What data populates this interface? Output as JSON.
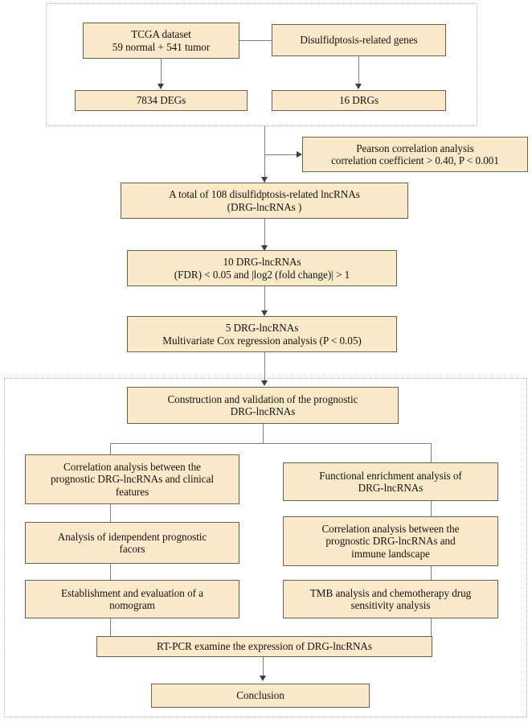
{
  "figure": {
    "type": "flowchart",
    "title": "Study workflow for disulfidptosis-related lncRNAs",
    "palette": {
      "box_fill": "#fbeaca",
      "box_border": "#6e6050",
      "connector": "#7d7d7d",
      "group_border": "#9dbf93",
      "background": "#ffffff",
      "text": "#161210"
    }
  },
  "groups": [
    {
      "id": "group-top",
      "label": "data-acquisition-group"
    },
    {
      "id": "group-bottom",
      "label": "downstream-analysis-group"
    }
  ],
  "nodes": {
    "tcga_dataset": "TCGA dataset\n59 normal + 541 tumor",
    "drg_genes": "Disulfidptosis-related genes",
    "degs": "7834 DEGs",
    "drgs": "16 DRGs",
    "pearson": "Pearson correlation analysis\ncorrelation coefficient > 0.40, P < 0.001",
    "total_lncrnas": "A total of 108 disulfidptosis-related lncRNAs\n(DRG-lncRNAs )",
    "ten_lncrnas": "10 DRG-lncRNAs\n(FDR) < 0.05 and |log2 (fold change)| > 1",
    "five_lncrnas": "5 DRG-lncRNAs\nMultivariate Cox regression analysis (P < 0.05)",
    "construction": "Construction and validation of the prognostic\nDRG-lncRNAs",
    "clinical_correlation": "Correlation analysis between the\nprognostic DRG-lncRNAs and clinical\nfeatures",
    "functional_enrichment": "Functional enrichment analysis of\nDRG-lncRNAs",
    "independent_prognostic": "Analysis of idenpendent prognostic\nfacors",
    "immune_landscape": "Correlation analysis between the\nprognostic DRG-lncRNAs and\nimmune landscape",
    "nomogram": "Establishment and evaluation of a\nnomogram",
    "tmb_chemo": "TMB analysis and chemotherapy drug\nsensitivity analysis",
    "rt_pcr": "RT-PCR examine the expression of DRG-lncRNAs",
    "conclusion": "Conclusion"
  }
}
